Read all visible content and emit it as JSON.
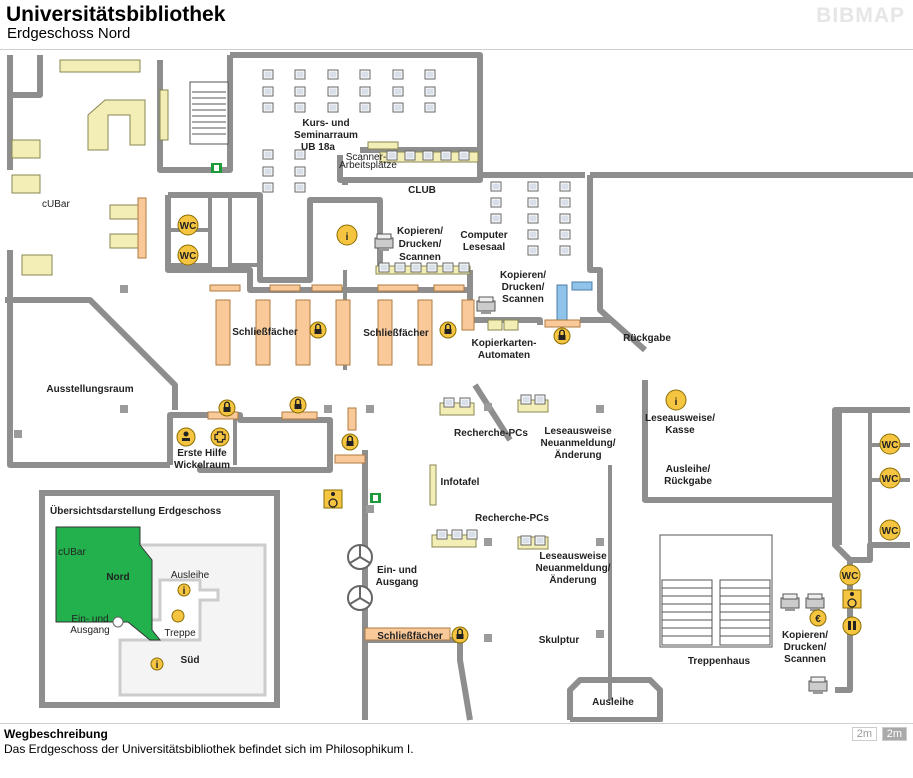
{
  "header": {
    "title": "Universitätsbibliothek",
    "subtitle": "Erdgeschoss Nord",
    "brand": "BIBMAP"
  },
  "rooms": {
    "cubar": "cUBar",
    "kurs1": "Kurs- und",
    "kurs2": "Seminarraum",
    "kurs3": "UB 18a",
    "scanner1": "Scanner-",
    "scanner2": "Arbeitsplätze",
    "club": "CLUB",
    "kopieren1a": "Kopieren/",
    "kopieren1b": "Drucken/",
    "kopieren1c": "Scannen",
    "computer1": "Computer",
    "computer2": "Lesesaal",
    "kopieren2a": "Kopieren/",
    "kopieren2b": "Drucken/",
    "kopieren2c": "Scannen",
    "schliess1": "Schließfächer",
    "schliess2": "Schließfächer",
    "schliess3": "Schließfächer",
    "kopierkarten1": "Kopierkarten-",
    "kopierkarten2": "Automaten",
    "rueckgabe": "Rückgabe",
    "ausstellung": "Ausstellungsraum",
    "recherche1": "Recherche-PCs",
    "recherche2": "Recherche-PCs",
    "leseausweise1a": "Leseausweise",
    "leseausweise1b": "Neuanmeldung/",
    "leseausweise1c": "Änderung",
    "leseausweise2a": "Leseausweise",
    "leseausweise2b": "Neuanmeldung/",
    "leseausweise2c": "Änderung",
    "kasse1": "Leseausweise/",
    "kasse2": "Kasse",
    "ausleihe1": "Ausleihe/",
    "ausleihe2": "Rückgabe",
    "ersthilfe1": "Erste Hilfe",
    "ersthilfe2": "Wickelraum",
    "infotafel": "Infotafel",
    "eingang1": "Ein- und",
    "eingang2": "Ausgang",
    "skulptur": "Skulptur",
    "treppenhaus": "Treppenhaus",
    "ausleihe": "Ausleihe",
    "kopieren3a": "Kopieren/",
    "kopieren3b": "Drucken/",
    "kopieren3c": "Scannen"
  },
  "badges": {
    "wc": "WC",
    "info": "i",
    "euro": "€"
  },
  "overview": {
    "title": "Übersichtsdarstellung Erdgeschoss",
    "cubar": "cUBar",
    "nord": "Nord",
    "ausleihe": "Ausleihe",
    "eingang1": "Ein- und",
    "eingang2": "Ausgang",
    "treppe": "Treppe",
    "sued": "Süd"
  },
  "footer": {
    "title": "Wegbeschreibung",
    "text": "Das Erdgeschoss der Universitätsbibliothek befindet sich im Philosophikum I.",
    "scale_a": "2m",
    "scale_b": "2m"
  },
  "colors": {
    "wall": "#8e8e8e",
    "table": "#f3eeb6",
    "locker": "#f9c99a",
    "badge": "#f5c542",
    "nord_green": "#22b14c",
    "desk_blue": "#8fc3ea"
  },
  "icons": {
    "wc": "wc-icon",
    "info": "info-icon",
    "lock": "lock-icon",
    "wheelchair": "wheelchair-icon",
    "exit": "emergency-exit-icon",
    "first_aid": "first-aid-icon",
    "copier": "copier-icon",
    "euro": "euro-icon",
    "revolving_door": "revolving-door-icon"
  }
}
